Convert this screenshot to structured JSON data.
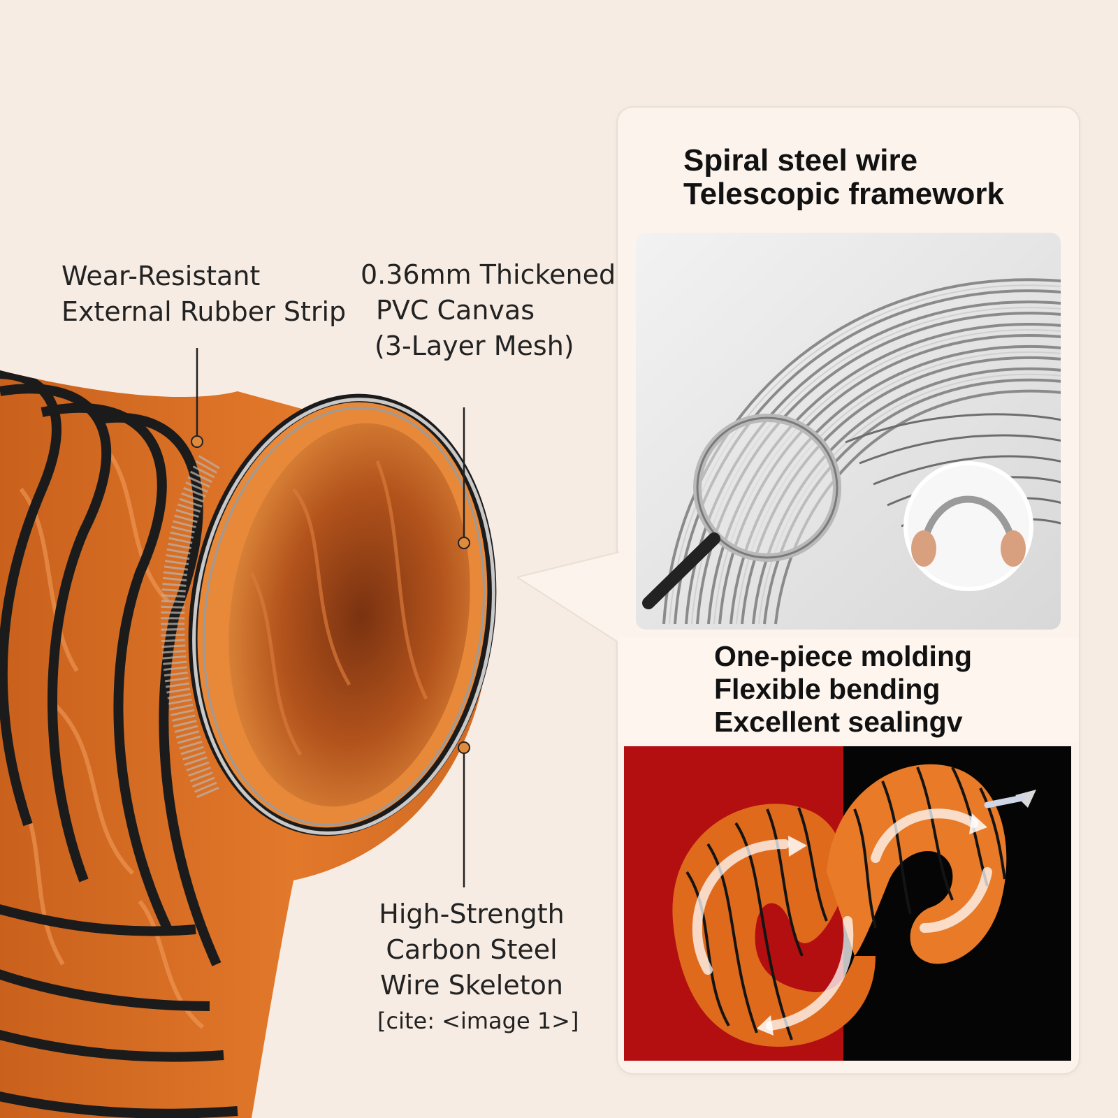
{
  "callouts": {
    "rubber_strip": [
      "Wear-Resistant",
      "External Rubber Strip"
    ],
    "pvc_canvas": [
      "0.36mm Thickened",
      "PVC Canvas",
      "(3-Layer Mesh)"
    ],
    "steel_wire": [
      "High-Strength",
      "Carbon Steel",
      "Wire Skeleton"
    ],
    "cite": "[cite: <image 1>]"
  },
  "panel": {
    "top_heading": [
      "Spiral steel wire",
      "Telescopic framework"
    ],
    "bottom_heading": [
      "One-piece molding",
      "Flexible bending",
      "Excellent sealingv"
    ]
  },
  "colors": {
    "background": "#f7ece3",
    "hose_orange": "#e0782a",
    "rubber_strip": "#1b1b1b",
    "panel_red": "#b30f10",
    "panel_black": "#050505"
  }
}
